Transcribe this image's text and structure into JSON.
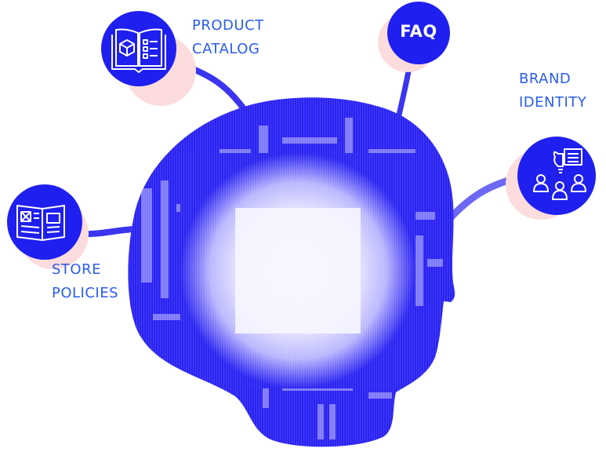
{
  "diagram": {
    "title": "",
    "center": {
      "name": "AI head",
      "description": "Head silhouette filled with glowing circuit tunnel"
    },
    "nodes": [
      {
        "id": "product-catalog",
        "lines": [
          "PRODUCT",
          "CATALOG"
        ],
        "icon": "open-catalog-book-icon"
      },
      {
        "id": "faq",
        "lines": [
          "FAQ"
        ],
        "icon": "faq-text"
      },
      {
        "id": "brand-identity",
        "lines": [
          "BRAND",
          "IDENTITY"
        ],
        "icon": "team-idea-icon"
      },
      {
        "id": "store-policies",
        "lines": [
          "STORE",
          "POLICIES"
        ],
        "icon": "newspaper-policy-icon"
      }
    ],
    "colors": {
      "primary_blue": "#1f1ff0",
      "label_blue": "#2a5cf0",
      "shadow_pink": "#fcdcdc",
      "glow": "#f4f4ff"
    }
  }
}
